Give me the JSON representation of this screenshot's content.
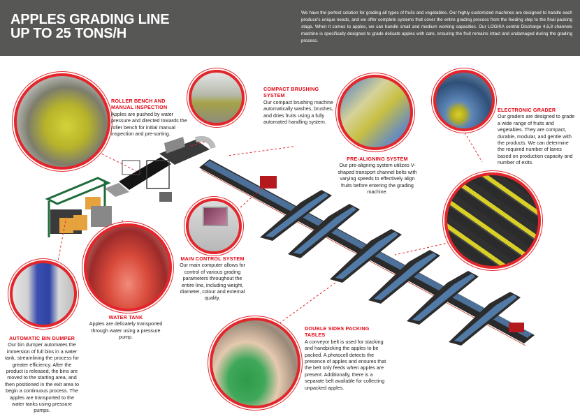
{
  "header": {
    "title_line1": "APPLES GRADING LINE",
    "title_line2": "UP TO 25 TONS/H",
    "intro": "We have the perfect solution for grading all types of fruits and vegetables. Our highly customized machines are designed to handle each produce's unique needs, and we offer complete systems that cover the entire grading process from the feeding step to the final packing stage. When it comes to apples, we can handle small and medium working capacities. Our LOGIKA central Discharge 4,6,8 channels machine is specifically designed to grade delicate apples with care, ensuring the fruit remains intact and undamaged during the grading process."
  },
  "colors": {
    "header_bg": "#575756",
    "accent_red": "#e3262b",
    "heading_red": "#e30613",
    "machine_green": "#1f6b3a",
    "conveyor_blue": "#5b8fc7"
  },
  "stations": [
    {
      "id": "roller-bench",
      "title": "ROLLER BENCH AND MANUAL INSPECTION",
      "text": "Apples are pushed by water pressure and directed towards the roller bench for initial manual inspection and pre-sorting."
    },
    {
      "id": "compact-brushing",
      "title": "COMPACT BRUSHING SYSTEM",
      "text": "Our compact brushing machine automatically washes, brushes, and dries fruits using a fully automated handling system."
    },
    {
      "id": "electronic-grader",
      "title": "ELECTRONIC GRADER",
      "text": "Our graders are designed to grade a wide range of fruits and vegetables. They are compact, durable, modular, and gentle with the products. We can determine the required number of lanes based on production capacity and number of exits."
    },
    {
      "id": "pre-aligning",
      "title": "PRE-ALIGNING SYSTEM",
      "text": "Our pre-aligning system utilizes V-shaped transport channel belts with varying speeds to effectively align fruits before entering the grading machine."
    },
    {
      "id": "main-control",
      "title": "MAIN CONTROL SYSTEM",
      "text": "Our main computer allows for control of various grading parameters throughout the entire line, including weight, diameter, colour and external quality."
    },
    {
      "id": "water-tank",
      "title": "WATER TANK",
      "text": "Apples are delicately transported through water using a pressure pump."
    },
    {
      "id": "bin-dumper",
      "title": "AUTOMATIC BIN DUMPER",
      "text": "Our bin dumper automates the immersion of full bins in a water tank, streamlining the process for greater efficiency. After the product is released, the bins are moved to the starting area, and then positioned in the exit area to begin a continuous process. The apples are transported to the water tanks using pressure pumps."
    },
    {
      "id": "packing-tables",
      "title": "DOUBLE SIDES PACKING TABLES",
      "text": "A conveyor belt is used for stacking and handpicking the apples to be packed. A photocell detects the presence of apples and ensures that the belt only feeds when apples are present. Additionally, there is a separate belt available for collecting unpacked apples."
    }
  ]
}
